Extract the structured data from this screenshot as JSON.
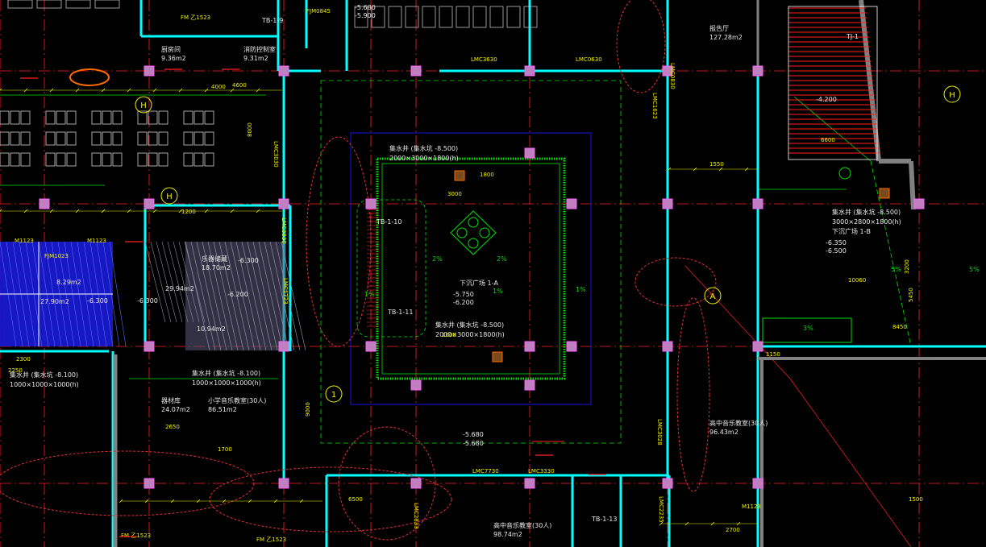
{
  "drawing": {
    "rooms": [
      {
        "name": "下沉广场 1-A",
        "area": "",
        "elevations": [
          "-5.750",
          "-6.200"
        ]
      },
      {
        "name": "下沉广场 1-B",
        "area": "",
        "elevations": [
          "-6.350",
          "-6.500"
        ]
      },
      {
        "name": "报告厅",
        "area": "127.28m2"
      },
      {
        "name": "厨房间",
        "area": "9.36m2"
      },
      {
        "name": "消防控制室",
        "area": "9.31m2"
      },
      {
        "name": "小学音乐教室(30人)",
        "area": "86.51m2"
      },
      {
        "name": "器材库",
        "area": "24.07m2"
      },
      {
        "name": "高中音乐教室(30人)",
        "area": "96.43m2"
      },
      {
        "name": "高中音乐教室(30人)",
        "area": "98.74m2"
      },
      {
        "name": "乐器储藏",
        "area": "18.70m2"
      },
      {
        "name": "",
        "area": "27.90m2"
      },
      {
        "name": "",
        "area": "29.94m2"
      },
      {
        "name": "",
        "area": "10.94m2"
      },
      {
        "name": "",
        "area": "8.29m2"
      }
    ],
    "pits": [
      {
        "label": "集水井 (集水坑 -8.500)",
        "size": "2000×3000×1800(h)"
      },
      {
        "label": "集水井 (集水坑 -8.500)",
        "size": "2000×3000×1800(h)"
      },
      {
        "label": "集水井 (集水坑 -8.500)",
        "size": "3000×2800×1800(h)"
      },
      {
        "label": "集水井 (集水坑 -8.100)",
        "size": "1000×1000×1000(h)"
      },
      {
        "label": "集水井 (集水坑 -8.100)",
        "size": "1000×1000×1000(h)"
      }
    ],
    "door_tags": [
      "FJM0845",
      "LMC3630",
      "LMC0630",
      "LMC0830",
      "LMC1623",
      "LMC3030",
      "LMC3830",
      "LMC7730",
      "LMC3330",
      "LMC1723",
      "LMC3028",
      "LMC2235",
      "LMC2833",
      "M1123",
      "M1123",
      "M1123",
      "FJM1023",
      "FM 乙1523",
      "FM 乙1523",
      "FM 乙1523"
    ],
    "stair_tags": [
      "TB-1-9",
      "TB-1-10",
      "TB-1-11",
      "TB-1-13",
      "TJ-1"
    ],
    "dims": [
      "4000",
      "8000",
      "3000",
      "1800",
      "2000",
      "1550",
      "1200",
      "2700",
      "5450",
      "3200",
      "1150",
      "2300",
      "4600",
      "6600",
      "9000",
      "8450",
      "10060",
      "2650",
      "1700",
      "6500",
      "2250",
      "1500"
    ],
    "elevations": [
      "-5.680",
      "-5.680",
      "-6.300",
      "-6.300",
      "-6.200",
      "-4.200",
      "-6.300",
      "-5.680",
      "-5.900"
    ],
    "slopes": [
      "2%",
      "2%",
      "1%",
      "1%",
      "1%",
      "5%",
      "5%",
      "3%"
    ],
    "axis_labels": [
      "H",
      "H",
      "1",
      "A"
    ],
    "colors": {
      "background": "#000000",
      "wall": "#00ffff",
      "column": "#c080c0",
      "axis": "#ff2020",
      "outline": "#00e000",
      "text": "#ffffff",
      "frame": "#1515e0",
      "highlight": "#ff6a00",
      "dim": "#f2f200"
    }
  }
}
